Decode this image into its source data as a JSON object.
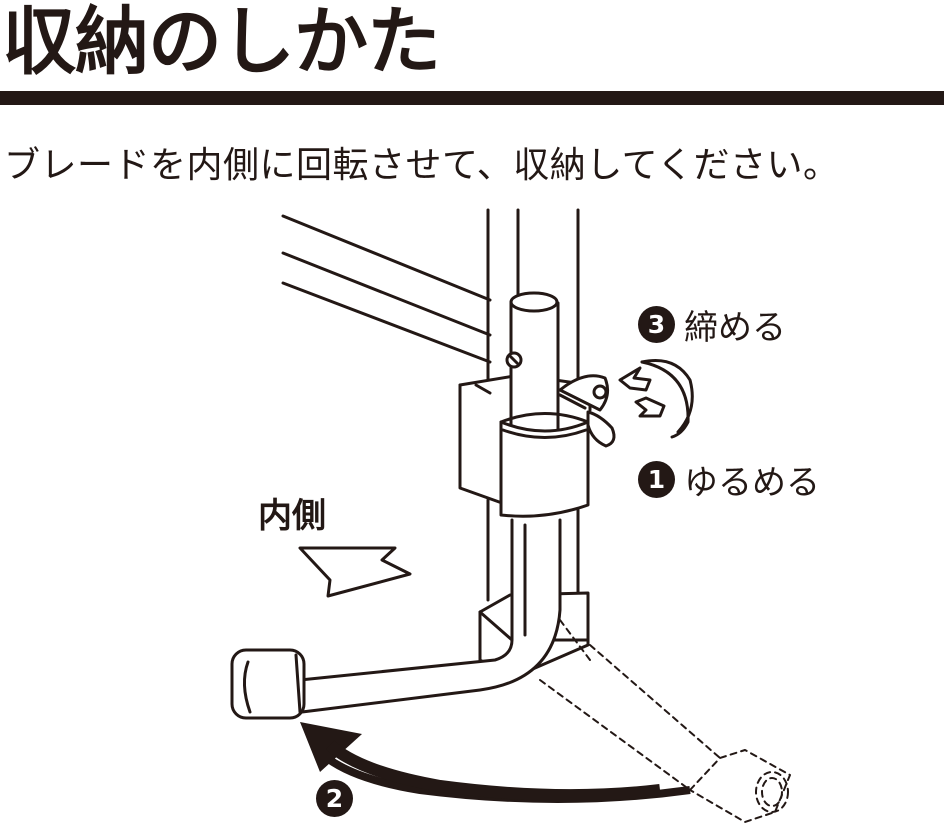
{
  "title": "収納のしかた",
  "instruction": "ブレードを内側に回転させて、収納してください。",
  "inside_label": "内側",
  "steps": [
    {
      "number": "1",
      "text": "ゆるめる"
    },
    {
      "number": "2",
      "text": ""
    },
    {
      "number": "3",
      "text": "締める"
    }
  ],
  "colors": {
    "ink": "#231815",
    "paper": "#ffffff"
  }
}
